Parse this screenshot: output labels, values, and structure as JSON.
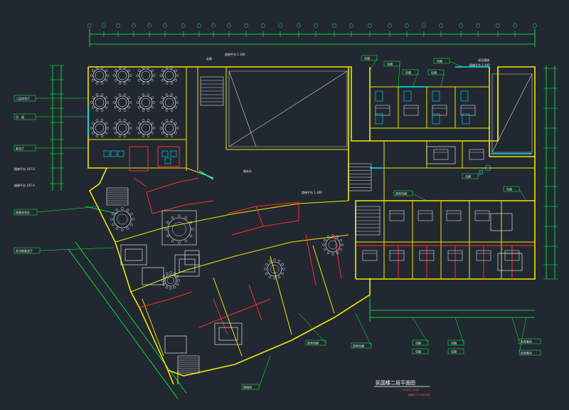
{
  "drawing": {
    "title": "民国楼二层平面图",
    "scale": "SCALE 1:200",
    "note": "面积约2700平方米",
    "background": "#222831",
    "colors": {
      "wall": "#f2e600",
      "dimension": "#00ff3c",
      "furniture": "#ffffff",
      "partition": "#ff2a2a",
      "glass": "#00e5ff",
      "leader": "#00ff3c"
    }
  },
  "labels": {
    "left": [
      "二层休息厅",
      "包　厢",
      "宴会厅",
      "楼梯平台 147.0",
      "楼梯平台 147.0",
      "顾客休息区",
      "多功能宴会厅"
    ],
    "top": [
      "走廊",
      "楼梯平台 1.300",
      "包厢",
      "包厢",
      "包厢",
      "包厢",
      "包厢"
    ],
    "right_top": [
      "高压楼梯",
      "楼梯平台 1.440",
      "包厢",
      "包厢"
    ],
    "middle": [
      "服务台",
      "楼梯平台 1.300",
      "贵宾包厢"
    ],
    "bottom": [
      "贵宾包厢",
      "贵宾包厢",
      "包厢",
      "包厢",
      "包厢",
      "包厢",
      "标准客房",
      "标准客房"
    ],
    "bottom_center": [
      "楼梯间"
    ]
  }
}
